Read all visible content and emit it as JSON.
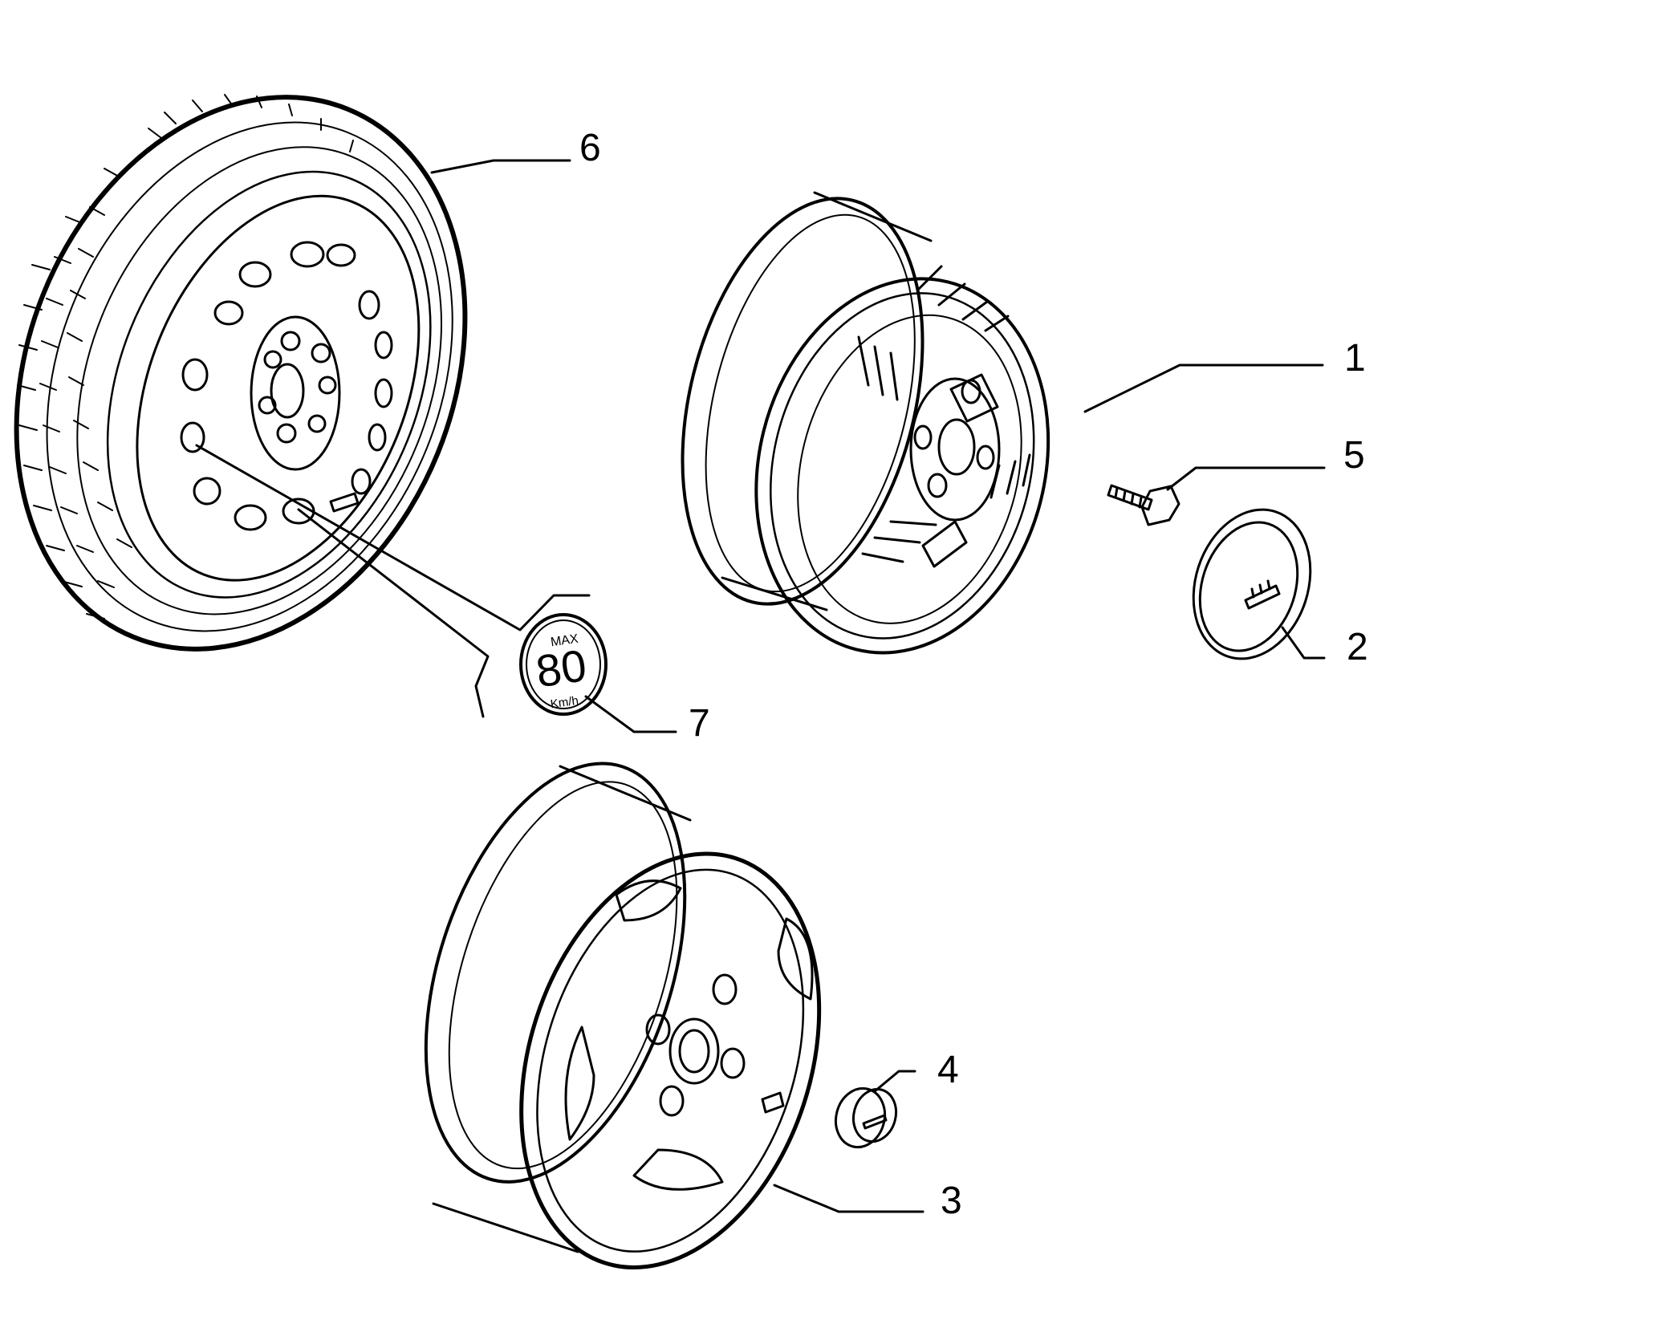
{
  "callouts": [
    {
      "number": "1",
      "part": "alloy-wheel-rim"
    },
    {
      "number": "2",
      "part": "hub-cap"
    },
    {
      "number": "3",
      "part": "alloy-wheel-rim-3-spoke"
    },
    {
      "number": "4",
      "part": "center-cap"
    },
    {
      "number": "5",
      "part": "wheel-bolt"
    },
    {
      "number": "6",
      "part": "spare-wheel-with-tyre"
    },
    {
      "number": "7",
      "part": "speed-limit-sticker"
    }
  ],
  "sticker": {
    "top": "MAX",
    "value": "80",
    "unit": "Km/h"
  },
  "colors": {
    "ink": "#000000",
    "background": "#ffffff"
  }
}
